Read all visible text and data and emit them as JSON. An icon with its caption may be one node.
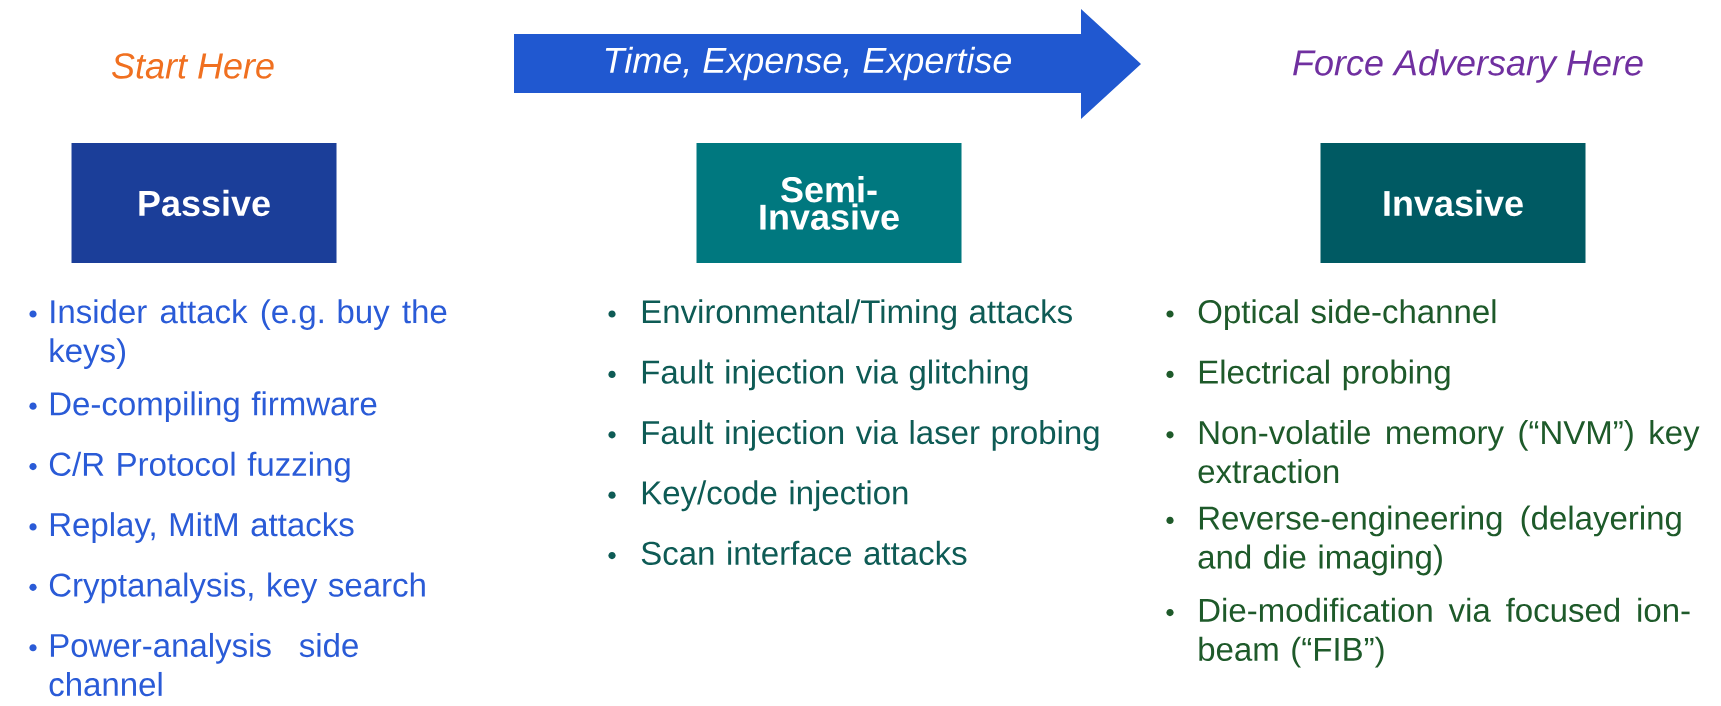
{
  "diagram": {
    "nodes": [
      {
        "text": [
          "Time, Expense, Expertise"
        ]
      },
      {
        "text": [
          "Passive"
        ],
        "beside": [
          "Insider attack (e.g. buy the keys)",
          "De-compiling firmware",
          "C/R Protocol fuzzing",
          "Replay, MitM attacks",
          "Cryptanalysis, key search",
          "Power-analysis side channel"
        ]
      },
      {
        "text": [
          "Semi-Invasive"
        ],
        "beside": [
          "Environmental/Timing attacks",
          "Fault injection via glitching",
          "Fault injection via laser probing",
          "Key/code injection",
          "Scan interface attacks"
        ]
      },
      {
        "text": [
          "Invasive"
        ],
        "beside": [
          "Optical side-channel",
          "Electrical probing",
          "Non-volatile memory (“NVM”) key extraction",
          "Reverse-engineering (delayering and die imaging)",
          "Die-modification via focused ion-beam (“FIB”)"
        ]
      }
    ],
    "labels": [
      "Start Here",
      "Force Adversary Here"
    ]
  }
}
